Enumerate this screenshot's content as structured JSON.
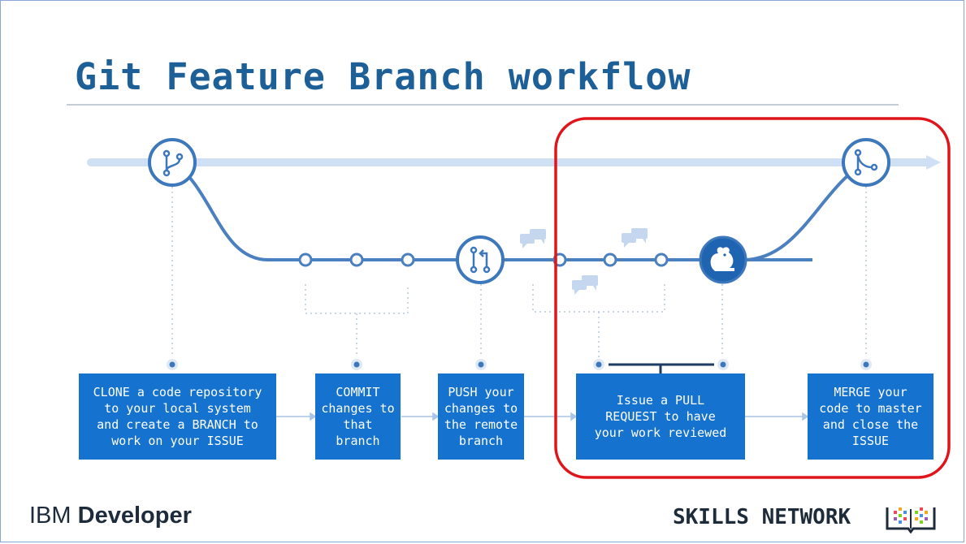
{
  "title": "Git Feature Branch workflow",
  "steps": [
    {
      "id": "clone",
      "text": "CLONE a code repository\nto your local system\nand create a BRANCH to\nwork on your ISSUE"
    },
    {
      "id": "commit",
      "text": "COMMIT\nchanges to\nthat\nbranch"
    },
    {
      "id": "push",
      "text": "PUSH your\nchanges to\nthe remote\nbranch"
    },
    {
      "id": "pull_request",
      "text": "Issue a PULL\nREQUEST to have\nyour work reviewed"
    },
    {
      "id": "merge",
      "text": "MERGE your\ncode to master\nand close the\nISSUE"
    }
  ],
  "icons": {
    "branch": "git-branch-icon",
    "pull_request": "git-pull-request-icon",
    "review": "squirrel-icon",
    "merge": "git-merge-icon",
    "comments": "comment-bubbles-icon"
  },
  "footer": {
    "ibm_prefix": "IBM ",
    "ibm_brand": "Developer",
    "skills": "SKILLS NETWORK"
  },
  "colors": {
    "title": "#1d5f97",
    "box": "#1572cf",
    "line": "#4a7fc0",
    "highlight": "#e0151b"
  }
}
